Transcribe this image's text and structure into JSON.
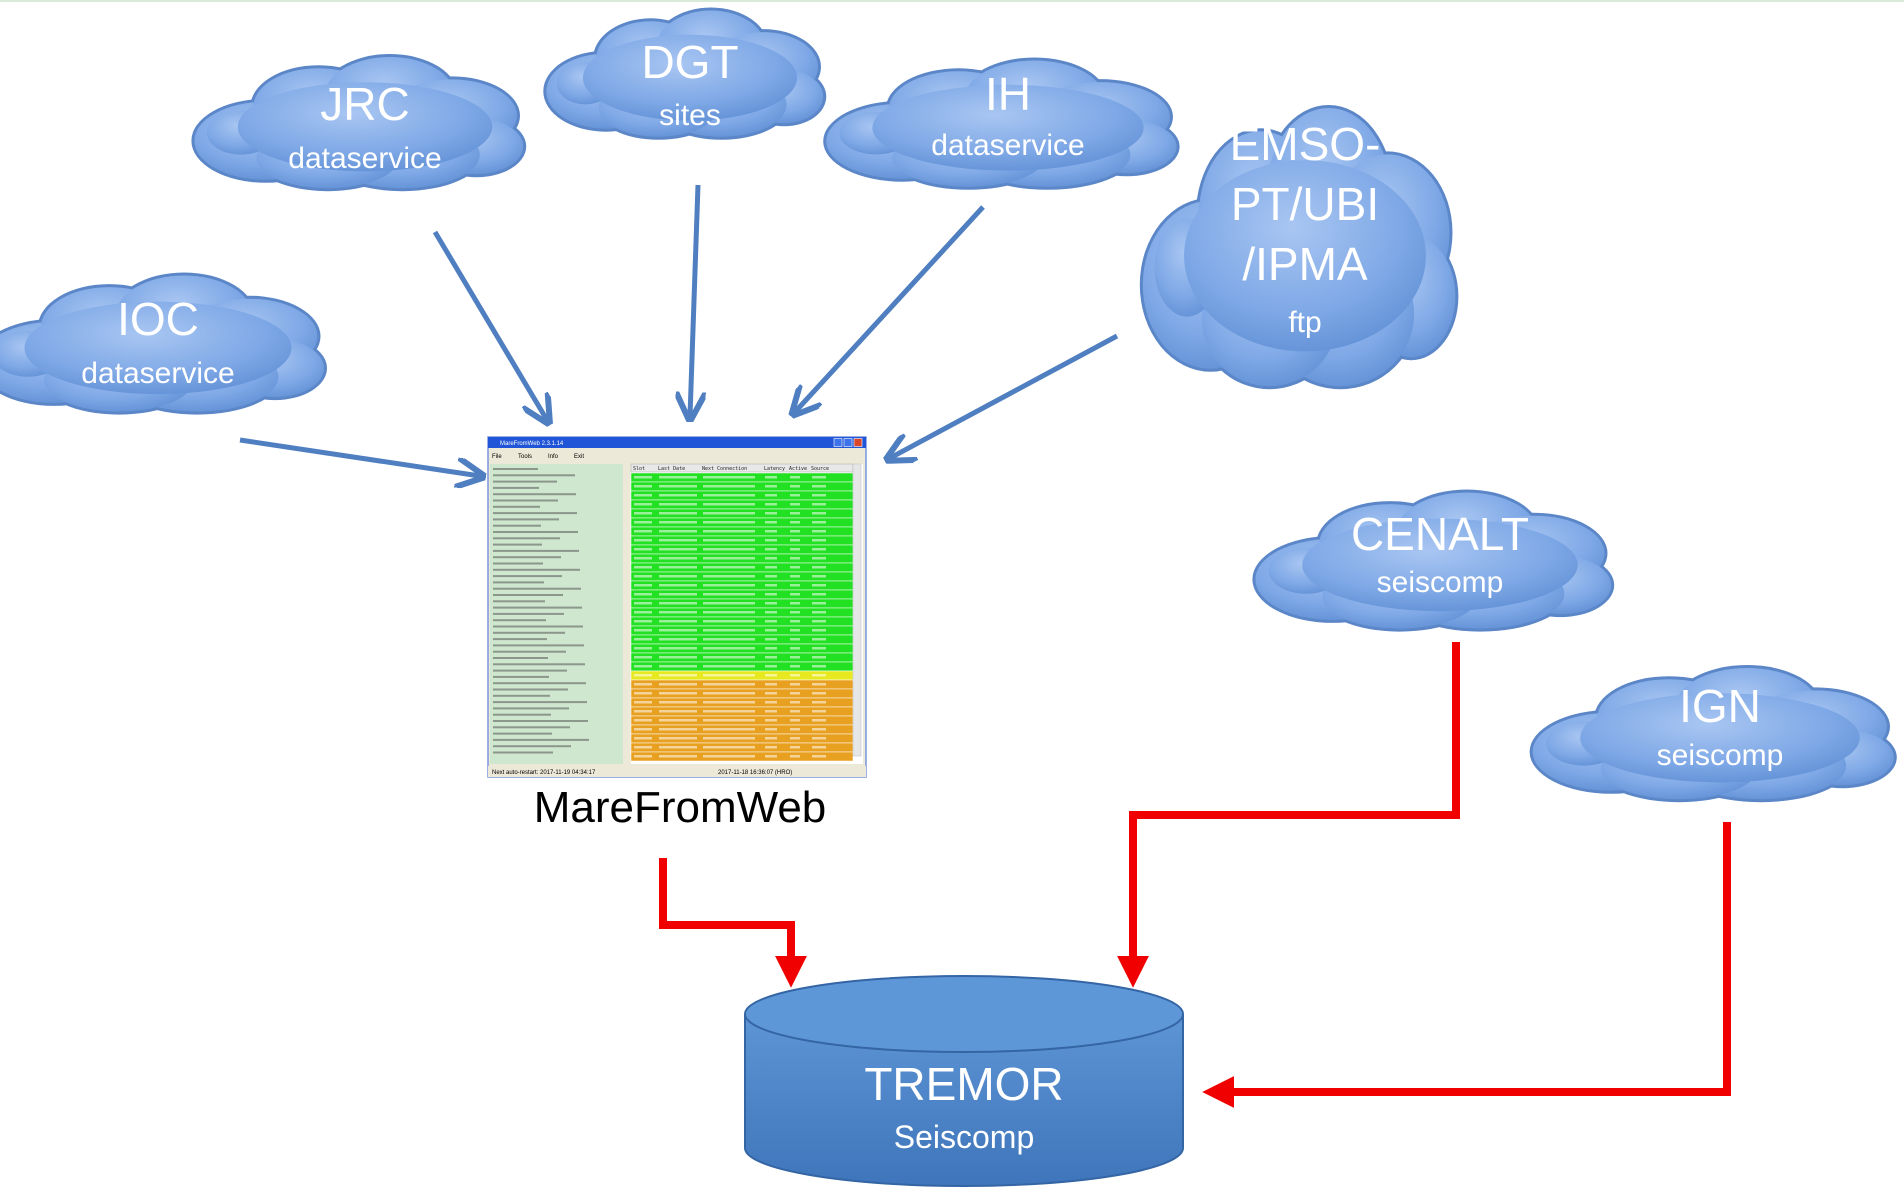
{
  "sources": [
    {
      "id": "ioc",
      "title": "IOC",
      "subtitle": "dataservice"
    },
    {
      "id": "jrc",
      "title": "JRC",
      "subtitle": "dataservice"
    },
    {
      "id": "dgt",
      "title": "DGT",
      "subtitle": "sites"
    },
    {
      "id": "ih",
      "title": "IH",
      "subtitle": "dataservice"
    },
    {
      "id": "emso",
      "title_lines": [
        "EMSO-",
        "PT/UBI",
        "/IPMA"
      ],
      "subtitle": "ftp"
    },
    {
      "id": "cenalt",
      "title": "CENALT",
      "subtitle": "seiscomp"
    },
    {
      "id": "ign",
      "title": "IGN",
      "subtitle": "seiscomp"
    }
  ],
  "app": {
    "caption": "MareFromWeb",
    "window_title": "MareFromWeb 2.3.1.14",
    "menu": [
      "File",
      "Tools",
      "Info",
      "Exit"
    ],
    "columns": [
      "Slot",
      "Last Date",
      "Next Connection",
      "Latency",
      "Active",
      "Source"
    ],
    "status_left": "Next auto-restart: 2017-11-19 04:34:17",
    "status_right": "2017-11-18 16:36:07 (HRO)"
  },
  "database": {
    "title": "TREMOR",
    "subtitle": "Seiscomp"
  },
  "colors": {
    "cloud": "#7EA8E6",
    "cloud_outline": "#5B86C8",
    "blue_arrow": "#4F7FC0",
    "red_arrow": "#F00000",
    "db": "#4A82C4",
    "row_green": "#22E022",
    "row_yellow": "#E8E820",
    "row_orange": "#E8A020",
    "log_panel": "#CFE6CF"
  }
}
